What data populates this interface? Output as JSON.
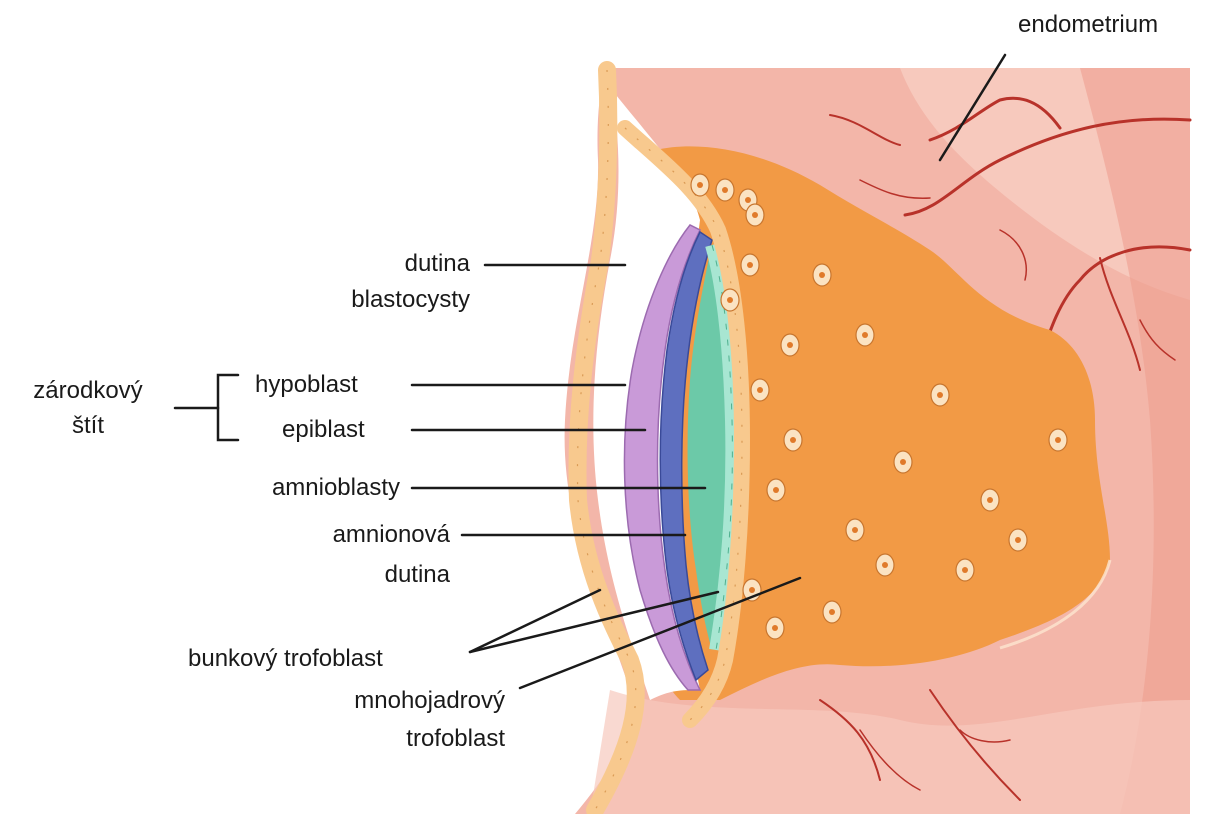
{
  "labels": {
    "endometrium": "endometrium",
    "blastocyst_cavity_1": "dutina",
    "blastocyst_cavity_2": "blastocysty",
    "embryonic_disc_1": "zárodkový",
    "embryonic_disc_2": "štít",
    "hypoblast": "hypoblast",
    "epiblast": "epiblast",
    "amnioblasts": "amnioblasty",
    "amniotic_cavity_1": "amnionová",
    "amniotic_cavity_2": "dutina",
    "cytotrophoblast": "bunkový trofoblast",
    "syncytiotrophoblast_1": "mnohojadrový",
    "syncytiotrophoblast_2": "trofoblast"
  },
  "colors": {
    "endometrium": "#f3b6a9",
    "endometrium_light": "#f7c9bd",
    "endometrium_dark": "#ee9f8f",
    "vessel": "#b8322a",
    "syncytiotrophoblast": "#f29a45",
    "cytotrophoblast_cell": "#f8c98e",
    "cell_nucleus": "#e07a2a",
    "hypoblast": "#c99ad8",
    "epiblast": "#5e6fbf",
    "amnioblast": "#a8e6d2",
    "amniotic_cavity": "#6cc9a8",
    "leader_line": "#1a1a1a"
  }
}
